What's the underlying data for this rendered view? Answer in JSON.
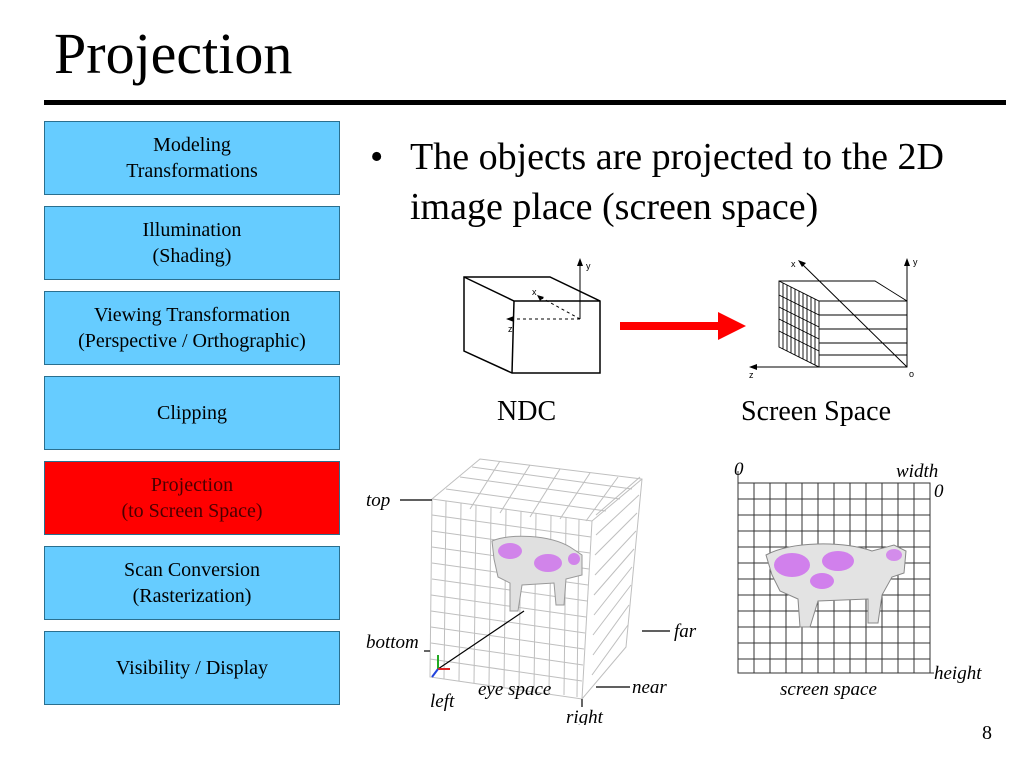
{
  "slide": {
    "title": "Projection",
    "bullet": "The objects are projected to the 2D image place (screen space)",
    "page_number": "8"
  },
  "pipeline": [
    {
      "line1": "Modeling",
      "line2": "Transformations"
    },
    {
      "line1": "Illumination",
      "line2": "(Shading)"
    },
    {
      "line1": "Viewing Transformation",
      "line2": "(Perspective / Orthographic)"
    },
    {
      "line1": "Clipping",
      "line2": ""
    },
    {
      "line1": "Projection",
      "line2": "(to Screen Space)"
    },
    {
      "line1": "Scan Conversion",
      "line2": "(Rasterization)"
    },
    {
      "line1": "Visibility / Display",
      "line2": ""
    }
  ],
  "colors": {
    "stage_fill": "#66ccff",
    "active_fill": "#ff0000",
    "arrow": "#ff0000",
    "cow_spots": "#cc66ee"
  },
  "diagrams": {
    "ndc_caption": "NDC",
    "screen_caption": "Screen Space",
    "ndc_axes": {
      "y": "y",
      "x": "x",
      "z": "z"
    },
    "screen_axes": {
      "y": "y",
      "x": "x",
      "z": "z",
      "o": "o"
    },
    "eye_space": {
      "top": "top",
      "bottom": "bottom",
      "left": "left",
      "right": "right",
      "far": "far",
      "near": "near",
      "label": "eye space"
    },
    "screen_space": {
      "zero_top": "0",
      "width": "width",
      "zero_right": "0",
      "height": "height",
      "label": "screen space"
    }
  }
}
